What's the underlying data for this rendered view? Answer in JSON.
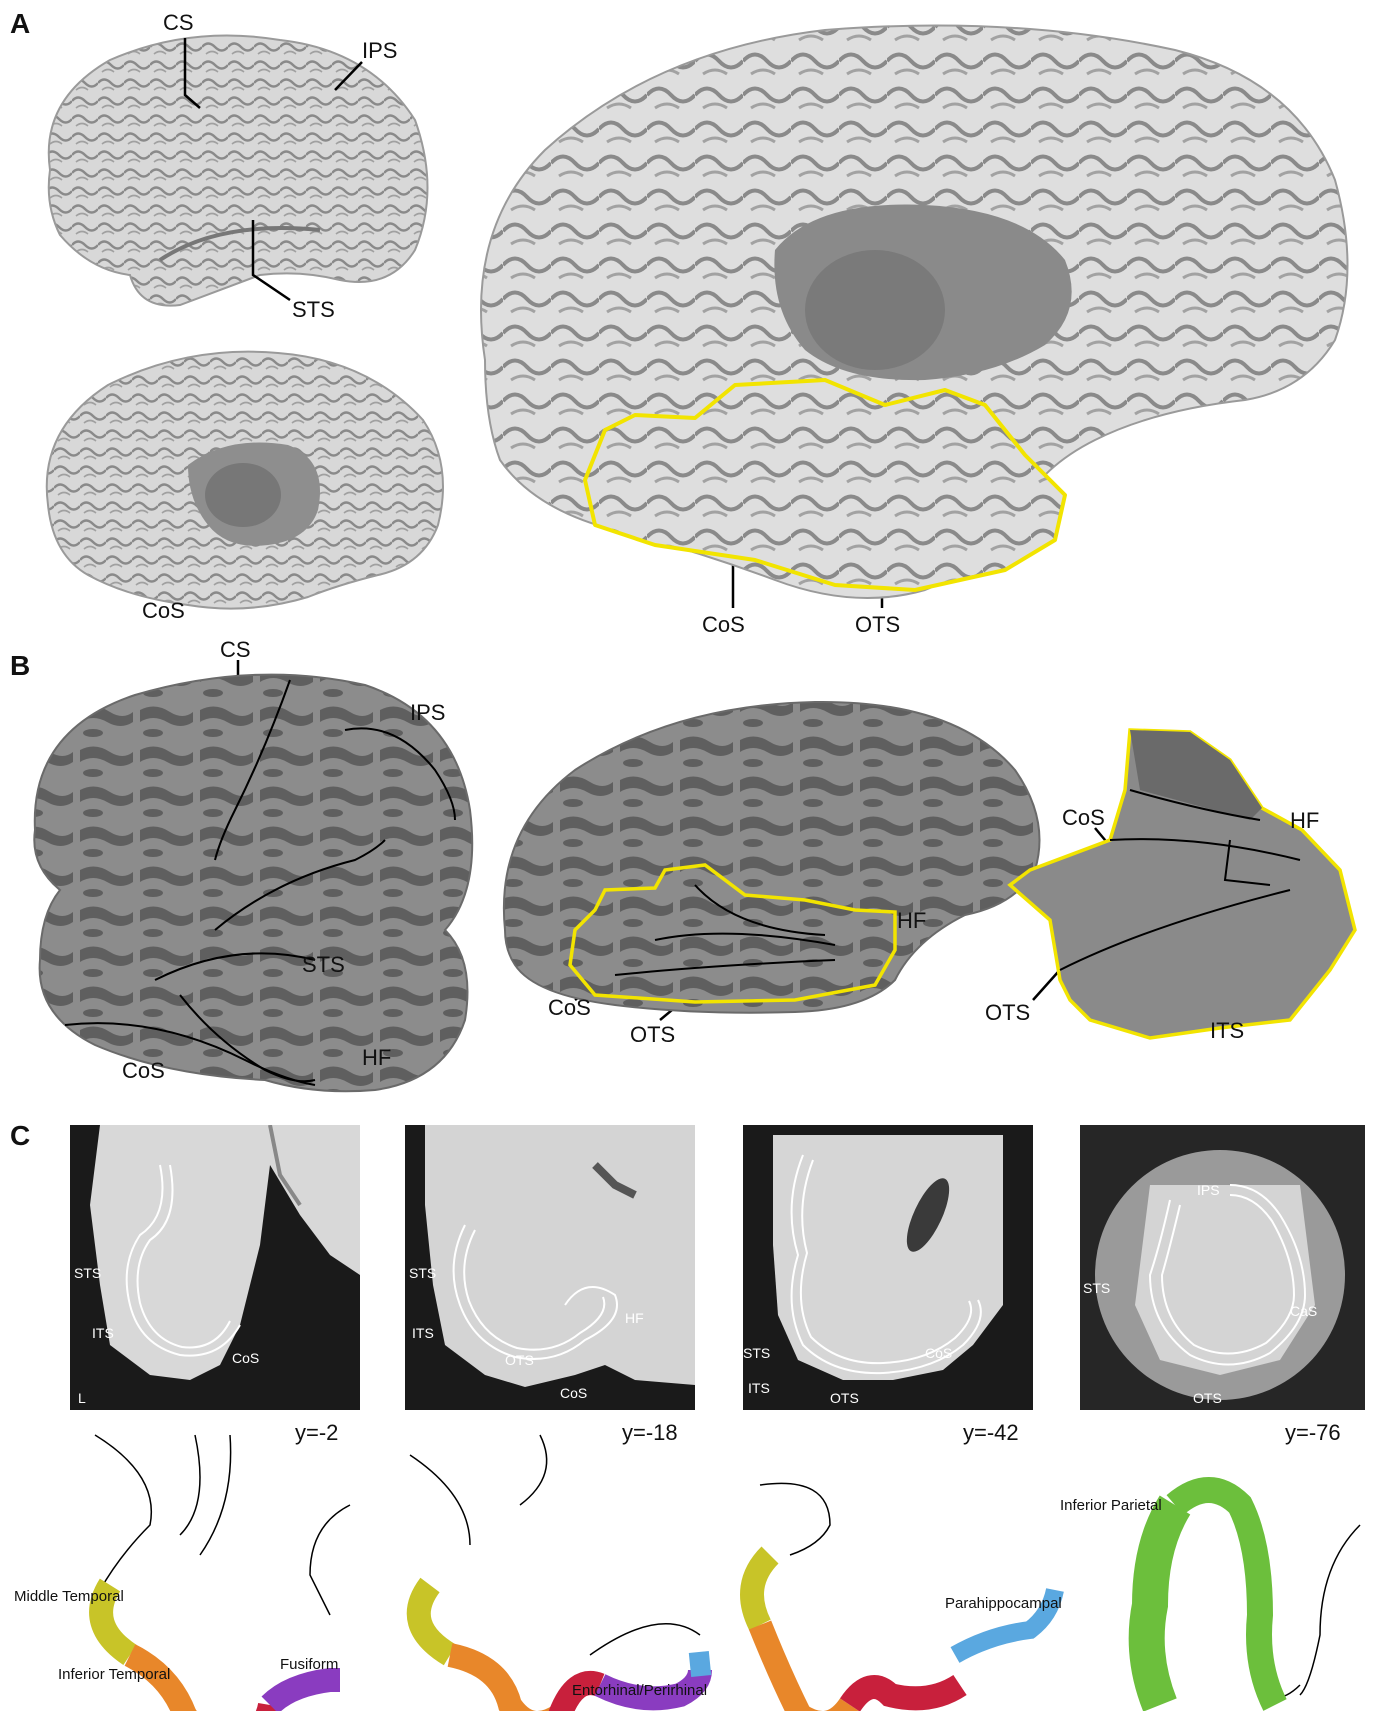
{
  "panels": {
    "a": "A",
    "b": "B",
    "c": "C"
  },
  "panel_a": {
    "lateral_labels": [
      "CS",
      "IPS",
      "STS"
    ],
    "medial_label": "CoS",
    "large_labels": [
      "CoS",
      "OTS"
    ]
  },
  "panel_b": {
    "lateral_labels": [
      "CS",
      "IPS",
      "STS",
      "CoS",
      "HF"
    ],
    "medial_labels": [
      "HF",
      "CoS",
      "OTS"
    ],
    "flat_labels": [
      "CoS",
      "HF",
      "OTS",
      "ITS"
    ]
  },
  "panel_c": {
    "slices": [
      {
        "y": "y=-2",
        "labels": [
          "STS",
          "ITS",
          "CoS",
          "L"
        ]
      },
      {
        "y": "y=-18",
        "labels": [
          "STS",
          "ITS",
          "OTS",
          "CoS",
          "HF"
        ]
      },
      {
        "y": "y=-42",
        "labels": [
          "STS",
          "ITS",
          "OTS",
          "CoS"
        ]
      },
      {
        "y": "y=-76",
        "labels": [
          "IPS",
          "STS",
          "OTS",
          "CaS"
        ]
      }
    ],
    "regions": {
      "middle_temporal": "Middle Temporal",
      "inferior_temporal": "Inferior Temporal",
      "fusiform": "Fusiform",
      "entorhinal": "Entorhinal/Perirhinal",
      "parahippocampal": "Parahippocampal",
      "inferior_parietal": "Inferior Parietal"
    },
    "colors": {
      "middle_temporal": "#c8c428",
      "inferior_temporal": "#e8872a",
      "fusiform": "#c8203c",
      "entorhinal": "#8a3cc0",
      "parahippocampal": "#5aa8e0",
      "inferior_parietal": "#6cbf3c",
      "outline_yellow": "#f2e400"
    }
  }
}
